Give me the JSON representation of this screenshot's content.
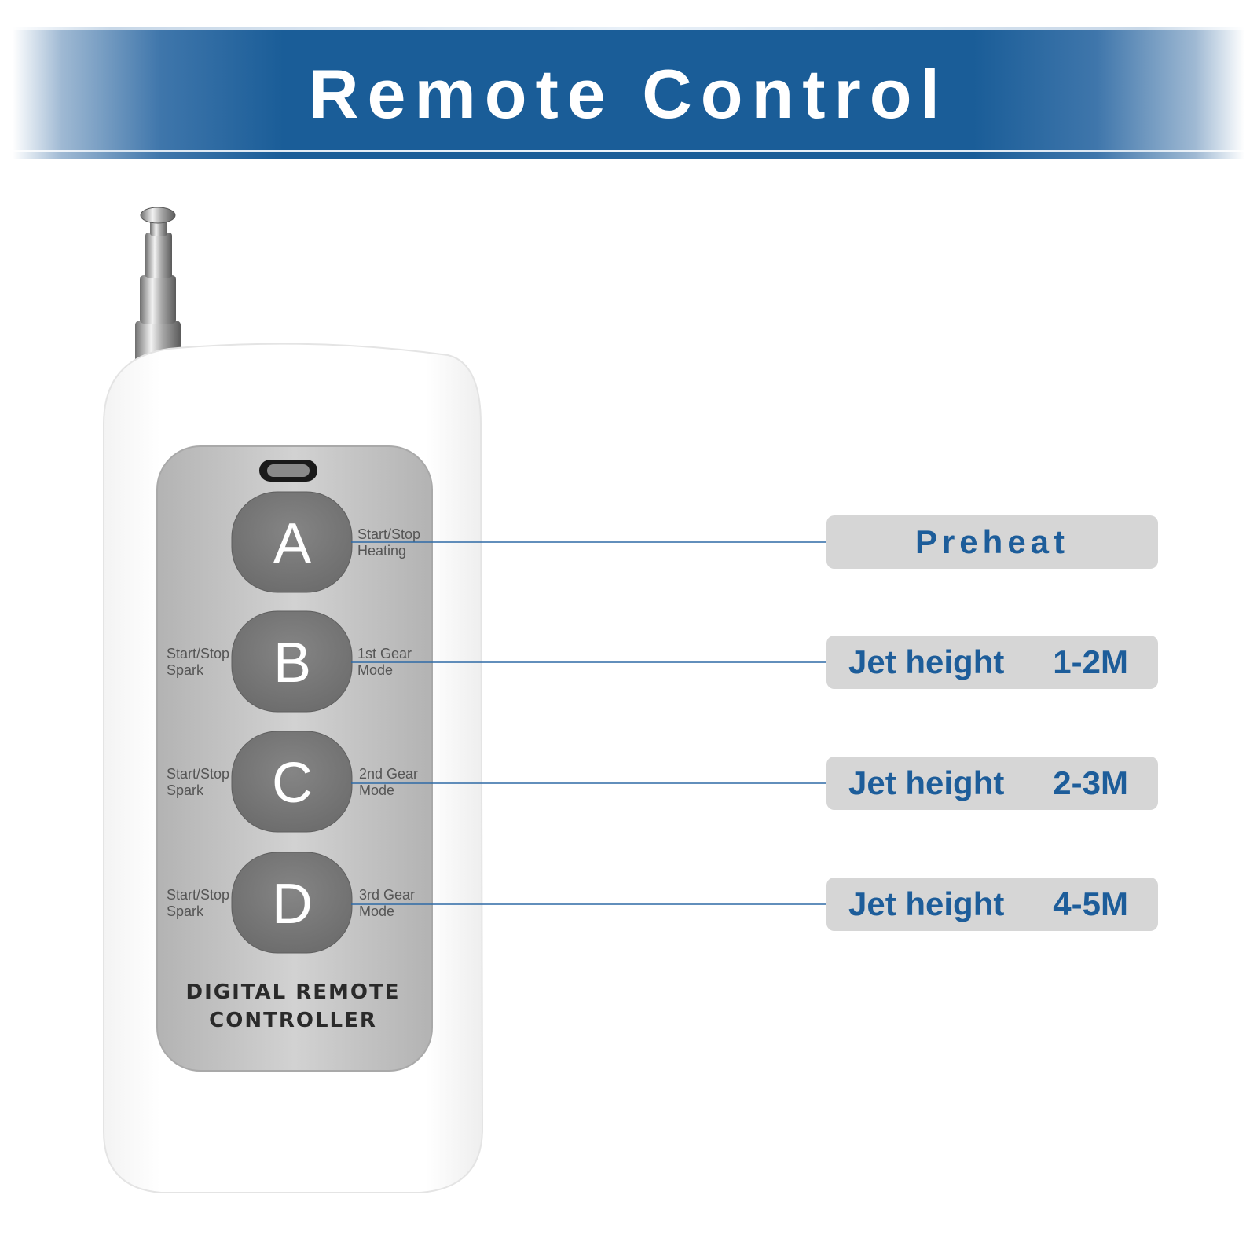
{
  "header": {
    "title": "Remote Control"
  },
  "remote": {
    "buttons": [
      {
        "letter": "A",
        "left_label": [
          "",
          ""
        ],
        "right_label": [
          "Start/Stop",
          "Heating"
        ]
      },
      {
        "letter": "B",
        "left_label": [
          "Start/Stop",
          "Spark"
        ],
        "right_label": [
          "1st Gear",
          "Mode"
        ]
      },
      {
        "letter": "C",
        "left_label": [
          "Start/Stop",
          "Spark"
        ],
        "right_label": [
          "2nd Gear",
          "Mode"
        ]
      },
      {
        "letter": "D",
        "left_label": [
          "Start/Stop",
          "Spark"
        ],
        "right_label": [
          "3rd Gear",
          "Mode"
        ]
      }
    ],
    "brand": [
      "DIGITAL REMOTE",
      "CONTROLLER"
    ]
  },
  "functions": [
    {
      "label": "Preheat",
      "value": ""
    },
    {
      "label": "Jet height",
      "value": "1-2M"
    },
    {
      "label": "Jet height",
      "value": "2-3M"
    },
    {
      "label": "Jet height",
      "value": "4-5M"
    }
  ],
  "colors": {
    "banner": "#1a5d98",
    "accent_text": "#1d5d9a",
    "box": "#d6d6d6",
    "button": "#7a7a7a",
    "panel": "#c4c4c4"
  }
}
